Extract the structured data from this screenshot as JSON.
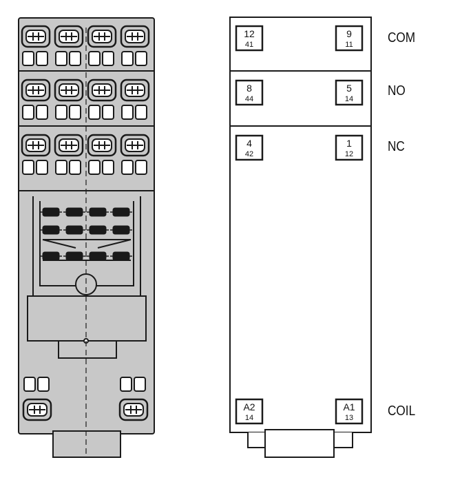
{
  "rows": [
    {
      "label": "COM",
      "left": {
        "top": "12",
        "bottom": "41"
      },
      "right": {
        "top": "9",
        "bottom": "11"
      }
    },
    {
      "label": "NO",
      "left": {
        "top": "8",
        "bottom": "44"
      },
      "right": {
        "top": "5",
        "bottom": "14"
      }
    },
    {
      "label": "NC",
      "left": {
        "top": "4",
        "bottom": "42"
      },
      "right": {
        "top": "1",
        "bottom": "12"
      }
    },
    {
      "label": "COIL",
      "left": {
        "top": "A2",
        "bottom": "14"
      },
      "right": {
        "top": "A1",
        "bottom": "13"
      }
    }
  ],
  "colors": {
    "socket_fill": "#c8c8c8",
    "outline": "#1a1a1a",
    "background": "#ffffff"
  }
}
